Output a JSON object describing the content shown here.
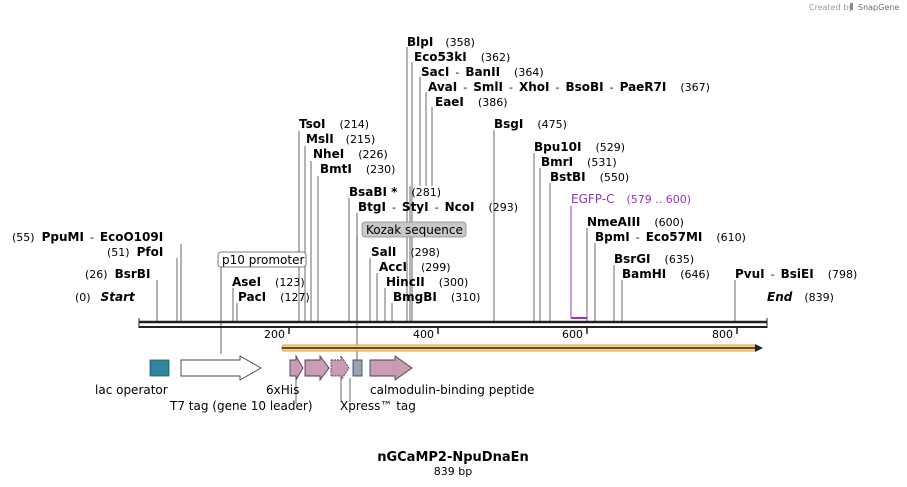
{
  "credit": {
    "prefix": "Created by",
    "brand": "SnapGene"
  },
  "title": "nGCaMP2-NpuDnaEn",
  "subtitle": "839 bp",
  "ruler": {
    "ticks": [
      "200",
      "400",
      "600",
      "800"
    ],
    "start_label": "Start",
    "end_label": "End",
    "start_pos": "(0)",
    "end_pos": "(839)"
  },
  "sites": [
    {
      "names": [
        "BlpI"
      ],
      "pos": "(358)"
    },
    {
      "names": [
        "Eco53kI"
      ],
      "pos": "(362)"
    },
    {
      "names": [
        "SacI",
        "BanII"
      ],
      "pos": "(364)"
    },
    {
      "names": [
        "AvaI",
        "SmlI",
        "XhoI",
        "BsoBI",
        "PaeR7I"
      ],
      "pos": "(367)"
    },
    {
      "names": [
        "EaeI"
      ],
      "pos": "(386)"
    },
    {
      "names": [
        "BsgI"
      ],
      "pos": "(475)"
    },
    {
      "names": [
        "TsoI"
      ],
      "pos": "(214)"
    },
    {
      "names": [
        "MslI"
      ],
      "pos": "(215)"
    },
    {
      "names": [
        "NheI"
      ],
      "pos": "(226)"
    },
    {
      "names": [
        "BmtI"
      ],
      "pos": "(230)"
    },
    {
      "names": [
        "BsaBI *"
      ],
      "pos": "(281)"
    },
    {
      "names": [
        "BtgI",
        "StyI",
        "NcoI"
      ],
      "pos": "(293)"
    },
    {
      "names": [
        "SalI"
      ],
      "pos": "(298)"
    },
    {
      "names": [
        "AccI"
      ],
      "pos": "(299)"
    },
    {
      "names": [
        "HincII"
      ],
      "pos": "(300)"
    },
    {
      "names": [
        "BmgBI"
      ],
      "pos": "(310)"
    },
    {
      "names": [
        "Bpu10I"
      ],
      "pos": "(529)"
    },
    {
      "names": [
        "BmrI"
      ],
      "pos": "(531)"
    },
    {
      "names": [
        "BstBI"
      ],
      "pos": "(550)"
    },
    {
      "names": [
        "NmeAIII"
      ],
      "pos": "(600)"
    },
    {
      "names": [
        "BpmI",
        "Eco57MI"
      ],
      "pos": "(610)"
    },
    {
      "names": [
        "BsrGI"
      ],
      "pos": "(635)"
    },
    {
      "names": [
        "BamHI"
      ],
      "pos": "(646)"
    },
    {
      "names": [
        "PvuI",
        "BsiEI"
      ],
      "pos": "(798)"
    },
    {
      "names": [
        "PpuMI",
        "EcoO109I"
      ],
      "pos": "(55)"
    },
    {
      "names": [
        "PfoI"
      ],
      "pos": "(51)"
    },
    {
      "names": [
        "BsrBI"
      ],
      "pos": "(26)"
    },
    {
      "names": [
        "AseI"
      ],
      "pos": "(123)"
    },
    {
      "names": [
        "PacI"
      ],
      "pos": "(127)"
    }
  ],
  "features": {
    "egfp": {
      "name": "EGFP-C",
      "range": "(579 .. 600)",
      "color": "#9b30c8"
    },
    "p10_promoter": "p10 promoter",
    "kozak": "Kozak sequence",
    "lac_operator": "lac operator",
    "t7_tag": "T7 tag (gene 10 leader)",
    "his": "6xHis",
    "xpress": "Xpress™ tag",
    "cbp": "calmodulin-binding peptide"
  },
  "colors": {
    "lac_operator": "#31849b",
    "tag_arrow": "#c99bb4",
    "xpress_box": "#9aa3b5",
    "orf_arrow": "#f0a82f",
    "egfp": "#9b30c8"
  }
}
